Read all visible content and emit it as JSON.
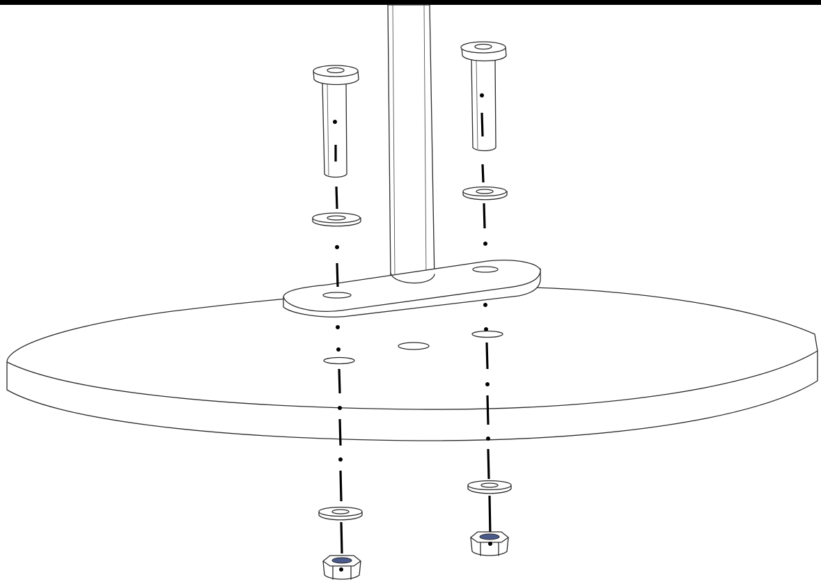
{
  "diagram": {
    "kind": "exploded-assembly-drawing",
    "colors": {
      "line": "#2a2a2a",
      "axis": "#000000",
      "background": "#ffffff",
      "nut_insert": "#4a5a8a"
    },
    "parts": [
      {
        "name": "round-base-disc",
        "count": 1
      },
      {
        "name": "vertical-pole",
        "count": 1
      },
      {
        "name": "mounting-bracket-plate",
        "count": 1
      },
      {
        "name": "socket-head-bolt",
        "count": 2
      },
      {
        "name": "flat-washer",
        "count": 4
      },
      {
        "name": "nylon-lock-nut",
        "count": 2
      }
    ]
  }
}
